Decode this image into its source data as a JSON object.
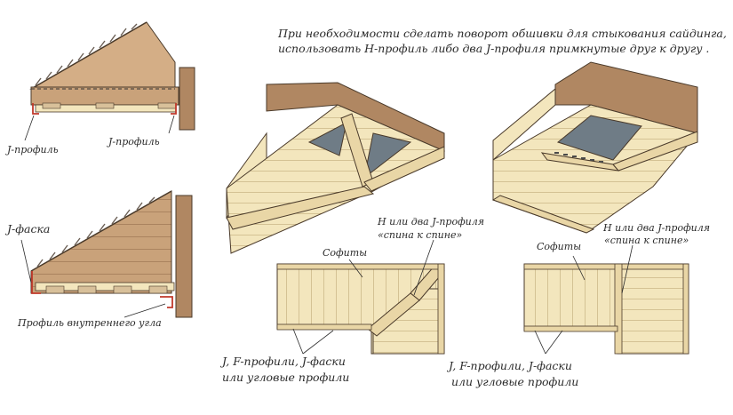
{
  "heading": {
    "line1": "При необходимости сделать поворот обшивки для стыкования сайдинга,",
    "line2": "использовать H-профиль либо два J-профиля примкнутые друг к другу ."
  },
  "left_top": {
    "j_profile_left": "J-профиль",
    "j_profile_right": "J-профиль"
  },
  "left_bottom": {
    "j_bevel": "J-фаска",
    "inner_corner_profile": "Профиль внутреннего угла"
  },
  "plan_left": {
    "soffits": "Софиты",
    "h_or_two_j_line1": "H или два J-профиля",
    "h_or_two_j_line2": "«спина к спине»",
    "edge_profiles_line1": "J, F-профили, J-фаски",
    "edge_profiles_line2": "или угловые профили"
  },
  "plan_right": {
    "soffits": "Софиты",
    "h_or_two_j_line1": "H или два J-профиля",
    "h_or_two_j_line2": "«спина к спине»",
    "edge_profiles_line1": "J, F-профили, J-фаски",
    "edge_profiles_line2": "или угловые профили"
  },
  "colors": {
    "wood": "#c9a27a",
    "wood_dark": "#8a6444",
    "soffit": "#f3e6bd",
    "soffit_line": "#b59d6a",
    "trim": "#e9d6a6",
    "roof_top": "#d9b48a",
    "slate": "#6f7c86",
    "red_profile": "#c0392b"
  }
}
